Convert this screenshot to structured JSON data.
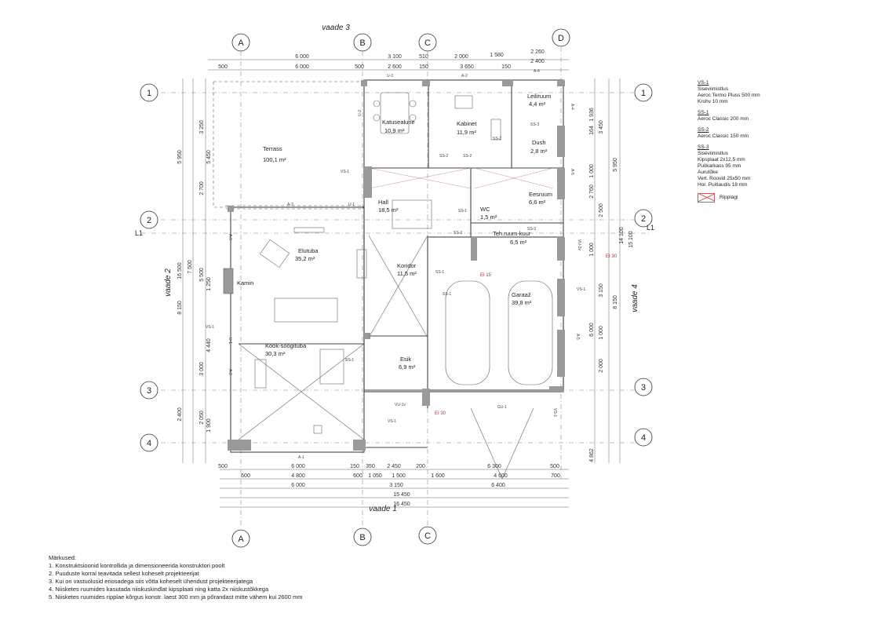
{
  "grid": {
    "columns_top": [
      "A",
      "B",
      "C",
      "D"
    ],
    "columns_bottom": [
      "A",
      "B",
      "C"
    ],
    "rows_left": [
      "1",
      "2",
      "3",
      "4"
    ],
    "rows_right": [
      "1",
      "2",
      "3",
      "4"
    ],
    "line_label": "L1"
  },
  "views": {
    "top": "vaade 3",
    "bottom": "vaade 1",
    "left": "vaade 2",
    "right": "vaade 4"
  },
  "rooms": [
    {
      "name": "Terrass",
      "area": "100,1 m²"
    },
    {
      "name": "Katusealune",
      "area": "10,9 m²"
    },
    {
      "name": "Kabinet",
      "area": "11,9 m²"
    },
    {
      "name": "Leiliruum",
      "area": "4,4 m²"
    },
    {
      "name": "Dush",
      "area": "2,8 m²"
    },
    {
      "name": "Eesruum",
      "area": "6,6 m²"
    },
    {
      "name": "Hall",
      "area": "18,5 m²"
    },
    {
      "name": "WC",
      "area": "1,5 m²"
    },
    {
      "name": "Teh.ruum-kuur",
      "area": "6,5 m²"
    },
    {
      "name": "Elutuba",
      "area": "35,2 m²"
    },
    {
      "name": "Koridor",
      "area": "11,5 m²"
    },
    {
      "name": "Garaaž",
      "area": "39,8 m²"
    },
    {
      "name": "Köök-söögituba",
      "area": "30,3 m²"
    },
    {
      "name": "Esik",
      "area": "6,9 m²"
    }
  ],
  "fixtures": {
    "fireplace": "Kamin"
  },
  "wall_labels": [
    "U-3",
    "A-2",
    "A-4",
    "A-4",
    "A-5",
    "U-2",
    "VS-1",
    "A-3",
    "U-1",
    "A-3",
    "VU-2v",
    "VS-1",
    "A-5",
    "VS-1",
    "U-1",
    "A-2",
    "VU-1v",
    "VS-1",
    "GU-1",
    "A-1",
    "VS-1",
    "SS-2",
    "SS-2",
    "SS-2",
    "SS-3",
    "SS-1",
    "SS-1",
    "SS-1",
    "SS-1",
    "SS-2",
    "SS-3"
  ],
  "fire_labels": [
    "EI 30",
    "EI 15",
    "EI 30"
  ],
  "dims_top_row1": [
    "6 000",
    "3 100",
    "510",
    "2 000",
    "1 580",
    "2 260"
  ],
  "dims_top_row2": [
    "500",
    "6 000",
    "500",
    "2 600",
    "150",
    "3 650",
    "150",
    "2 400"
  ],
  "dims_bottom_row1": [
    "500",
    "6 000",
    "150",
    "350",
    "2 450",
    "200",
    "6 300",
    "500"
  ],
  "dims_bottom_row2": [
    "600",
    "4 800",
    "600",
    "1 050",
    "1 500",
    "1 600",
    "4 600",
    "700"
  ],
  "dims_bottom_row3": [
    "6 000",
    "3 150",
    "6 400"
  ],
  "dims_bottom_total1": "15 450",
  "dims_bottom_total2": "16 450",
  "dims_left_outer": [
    "5 950",
    "2 700",
    "8 150",
    "2 400"
  ],
  "dims_left_mid": [
    "3 250",
    "5 450",
    "5 500",
    "1 250",
    "4 440",
    "3 000",
    "2 050"
  ],
  "dims_left_extra": [
    "7 500",
    "16 500",
    "1 900"
  ],
  "dims_right_outer": [
    "3 450",
    "5 950",
    "2 500",
    "8 150",
    "4 862"
  ],
  "dims_right_mid": [
    "1 936",
    "164",
    "1 000",
    "2 760",
    "1 000",
    "3 150",
    "6 000",
    "1 000",
    "2 000"
  ],
  "dims_right_extra": [
    "14 100",
    "15 100"
  ],
  "legend": [
    {
      "code": "VS-1",
      "lines": [
        "Siseviimistlus",
        "Aeroc Termo Pluss 500 mm",
        "Krohv 10 mm"
      ]
    },
    {
      "code": "SS-1",
      "lines": [
        "Aeroc Classic 200 mm"
      ]
    },
    {
      "code": "SS-2",
      "lines": [
        "Aeroc Classic 150 mm"
      ]
    },
    {
      "code": "SS-3",
      "lines": [
        "Siseviimistlus",
        "Kipsplaat 2x12,5 mm",
        "Puitkarkass 95 mm",
        "Aurutõke",
        "Vert. Roovid 25x50 mm",
        "Hor. Puitlaudis 18 mm"
      ]
    }
  ],
  "legend_ripplagi": "Ripplagi",
  "notes_title": "Märkused:",
  "notes": [
    "1. Konstruktsioonid kontrollida ja dimensioneerida konstruktori poolt",
    "2. Puuduste korral teavitada sellest koheselt projekteerijat",
    "3. Kui on vastuolusid eriosadega siis võtta koheselt ühendust projekteerijatega",
    "4. Niisketes ruumides kasutada niiskuskindlat kipsplaati ning katta 2x niiskustõkkega",
    "5. Niisketes ruumides ripplae kõrgus konstr. laest 300 mm ja põrandast mitte vähem kui 2600 mm"
  ],
  "colors": {
    "wall": "#9a9a9a",
    "line": "#444444",
    "red": "#c03030"
  }
}
